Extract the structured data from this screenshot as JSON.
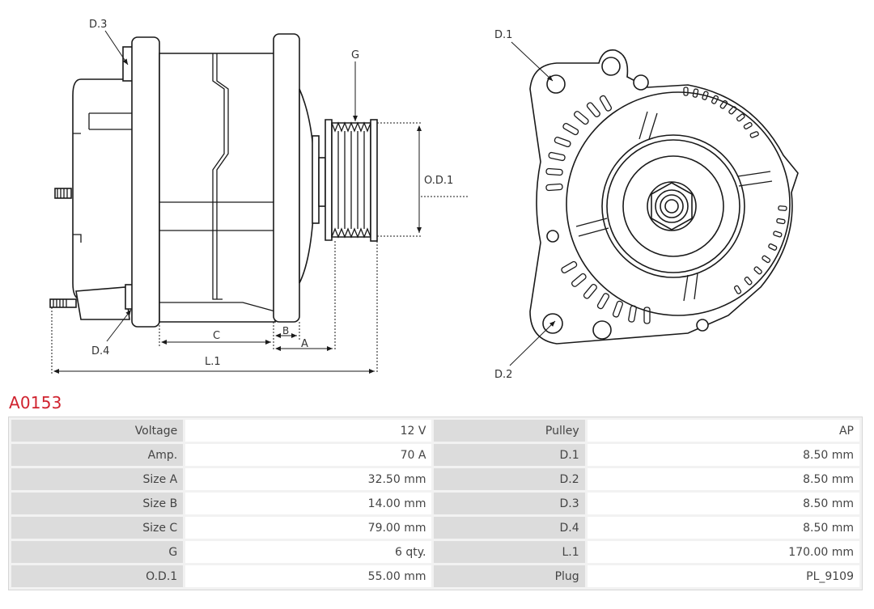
{
  "product_code": "A0153",
  "drawing_labels": {
    "d3": "D.3",
    "d4": "D.4",
    "g": "G",
    "od1": "O.D.1",
    "b": "B",
    "c": "C",
    "a": "A",
    "l1": "L.1",
    "d1": "D.1",
    "d2": "D.2"
  },
  "specs": [
    {
      "k1": "Voltage",
      "v1": "12 V",
      "k2": "Pulley",
      "v2": "AP"
    },
    {
      "k1": "Amp.",
      "v1": "70 A",
      "k2": "D.1",
      "v2": "8.50 mm"
    },
    {
      "k1": "Size A",
      "v1": "32.50 mm",
      "k2": "D.2",
      "v2": "8.50 mm"
    },
    {
      "k1": "Size B",
      "v1": "14.00 mm",
      "k2": "D.3",
      "v2": "8.50 mm"
    },
    {
      "k1": "Size C",
      "v1": "79.00 mm",
      "k2": "D.4",
      "v2": "8.50 mm"
    },
    {
      "k1": "G",
      "v1": "6 qty.",
      "k2": "L.1",
      "v2": "170.00 mm"
    },
    {
      "k1": "O.D.1",
      "v1": "55.00 mm",
      "k2": "Plug",
      "v2": "PL_9109"
    }
  ]
}
